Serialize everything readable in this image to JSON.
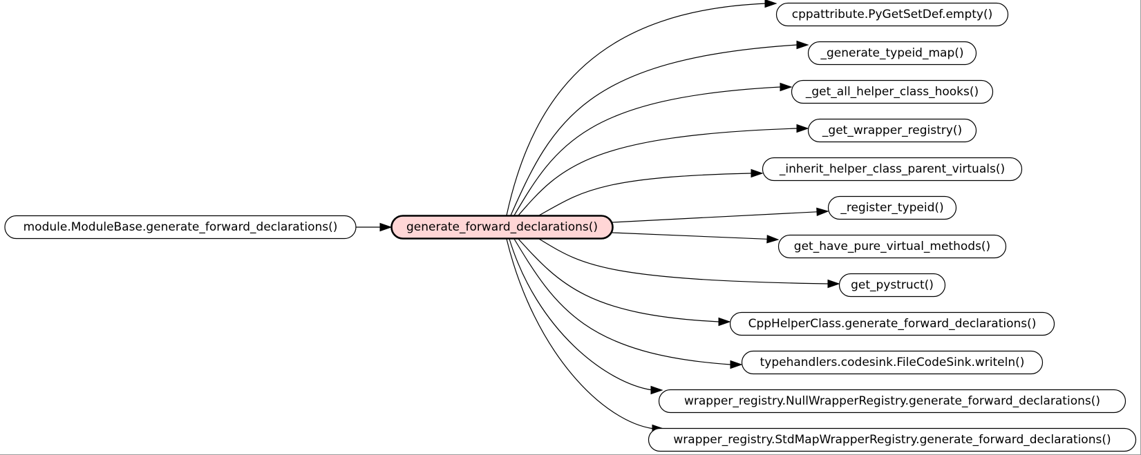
{
  "graph": {
    "caller": {
      "label": "module.ModuleBase.generate_forward_declarations()"
    },
    "focus": {
      "label": "generate_forward_declarations()",
      "fill": "#ffd6d6"
    },
    "callees": [
      {
        "label": "cppattribute.PyGetSetDef.empty()"
      },
      {
        "label": "_generate_typeid_map()"
      },
      {
        "label": "_get_all_helper_class_hooks()"
      },
      {
        "label": "_get_wrapper_registry()"
      },
      {
        "label": "_inherit_helper_class_parent_virtuals()"
      },
      {
        "label": "_register_typeid()"
      },
      {
        "label": "get_have_pure_virtual_methods()"
      },
      {
        "label": "get_pystruct()"
      },
      {
        "label": "CppHelperClass.generate_forward_declarations()"
      },
      {
        "label": "typehandlers.codesink.FileCodeSink.writeln()"
      },
      {
        "label": "wrapper_registry.NullWrapperRegistry.generate_forward_declarations()"
      },
      {
        "label": "wrapper_registry.StdMapWrapperRegistry.generate_forward_declarations()"
      }
    ]
  }
}
